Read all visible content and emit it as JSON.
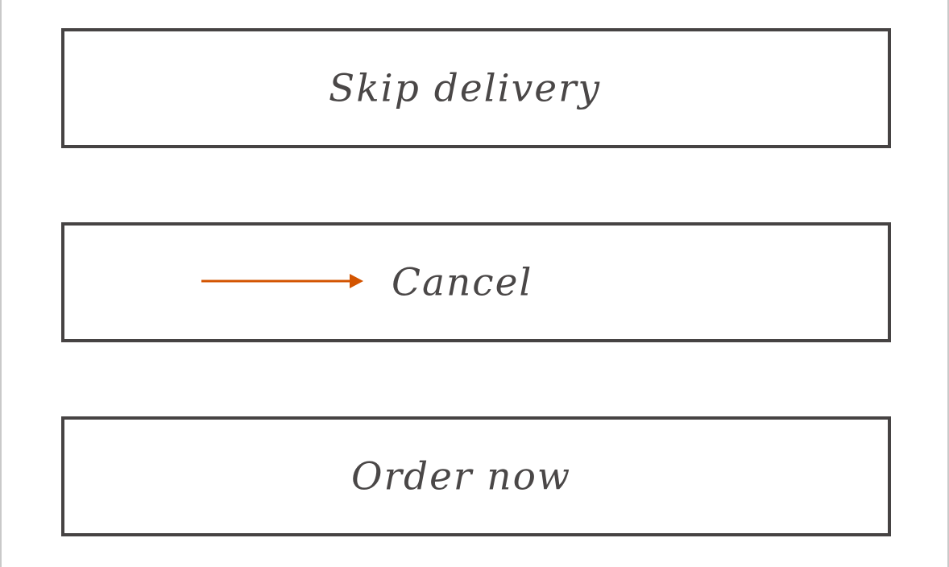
{
  "actions": [
    {
      "label": "Skip delivery"
    },
    {
      "label": "Cancel",
      "indicator": "right-arrow-icon"
    },
    {
      "label": "Order now"
    }
  ],
  "colors": {
    "border": "#464343",
    "text": "#4a4747",
    "accent": "#d35400",
    "background": "#ffffff"
  }
}
